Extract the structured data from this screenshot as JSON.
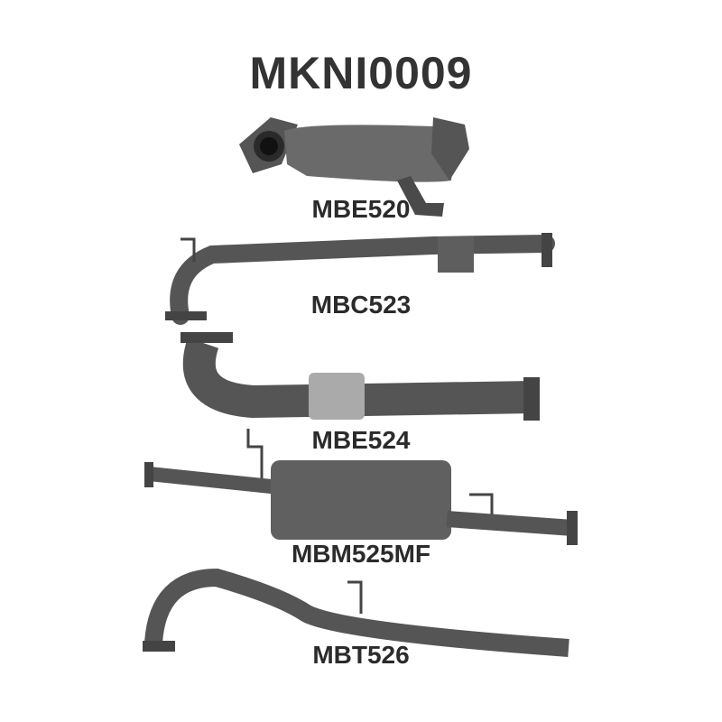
{
  "title": "MKNI0009",
  "parts": [
    {
      "code": "MBE520"
    },
    {
      "code": "MBC523"
    },
    {
      "code": "MBE524"
    },
    {
      "code": "MBM525MF"
    },
    {
      "code": "MBT526"
    }
  ],
  "colors": {
    "pipe": "#4d4d4d",
    "pipe_light": "#6e6e6e",
    "text": "#2b2b2b"
  }
}
